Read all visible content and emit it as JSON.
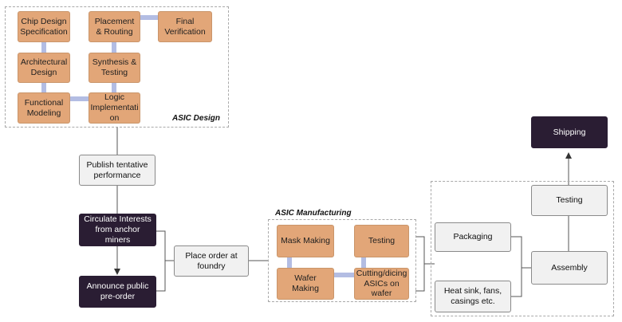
{
  "groups": {
    "asic_design": "ASIC Design",
    "asic_manufacturing": "ASIC Manufacturing"
  },
  "design": {
    "chip_spec": "Chip Design Specification",
    "architectural": "Architectural Design",
    "functional": "Functional Modeling",
    "placement": "Placement & Routing",
    "synthesis": "Synthesis & Testing",
    "logic": "Logic Implementati on",
    "final": "Final Verification"
  },
  "flow": {
    "publish": "Publish tentative performance",
    "circulate": "Circulate Interests from anchor miners",
    "announce": "Announce public pre-order",
    "place_order": "Place order at foundry"
  },
  "manufacturing": {
    "mask": "Mask Making",
    "wafer": "Wafer Making",
    "testing": "Testing",
    "cutting": "Cutting/dicing ASICs on wafer"
  },
  "post": {
    "packaging": "Packaging",
    "heat_sink": "Heat sink, fans, casings etc.",
    "assembly": "Assembly",
    "testing": "Testing",
    "shipping": "Shipping"
  },
  "colors": {
    "design_box": "#e2a678",
    "neutral_box": "#f1f1f1",
    "dark_box": "#2a1d33",
    "connector": "#b3bde3"
  }
}
